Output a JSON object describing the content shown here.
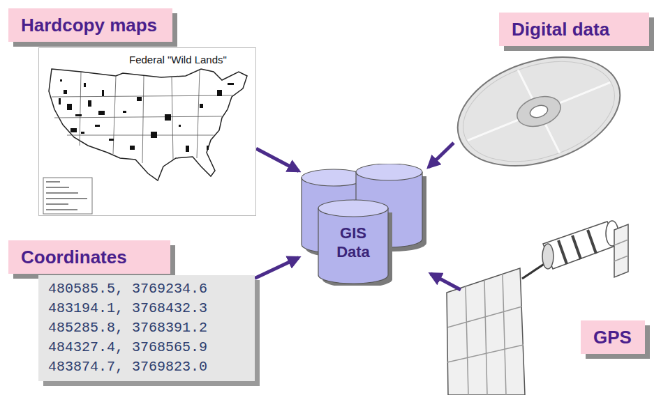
{
  "diagram": {
    "nodes": [
      {
        "text": [
          "Hardcopy maps"
        ]
      },
      {
        "text": [
          "Federal \"Wild Lands\""
        ]
      },
      {
        "text": [
          "Digital data"
        ]
      },
      {
        "text": [
          "GIS Data"
        ]
      },
      {
        "text": [
          "Coordinates"
        ]
      },
      {
        "text": [
          "480585.5, 3769234.6",
          "483194.1, 3768432.3",
          "485285.8, 3768391.2",
          "484327.4, 3768565.9",
          "483874.7, 3769823.0"
        ]
      },
      {
        "text": [
          "GPS"
        ]
      }
    ],
    "edges": [
      {
        "from": 1,
        "to": 3,
        "arrow": "to"
      },
      {
        "from": 5,
        "to": 3,
        "arrow": "to"
      }
    ]
  }
}
